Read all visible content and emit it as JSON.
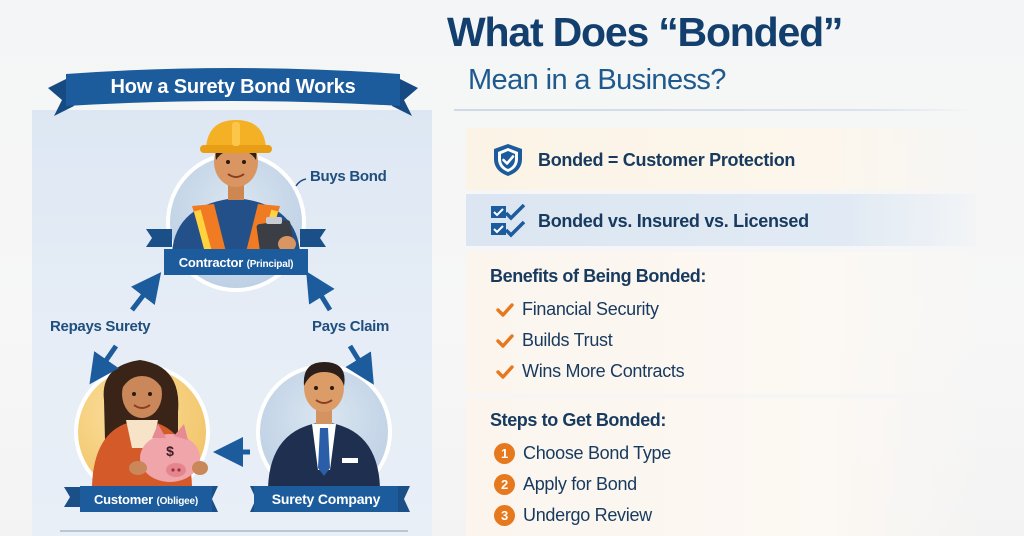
{
  "header": {
    "title_line1": "What Does “Bonded”",
    "title_line2": "Mean in a Business?"
  },
  "left_panel": {
    "banner_title": "How a Surety Bond Works",
    "nodes": {
      "contractor": {
        "label": "Contractor",
        "sub": "(Principal)",
        "icon": "contractor-hardhat-illustration"
      },
      "customer": {
        "label": "Customer",
        "sub": "(Obligee)",
        "icon": "customer-piggybank-illustration"
      },
      "surety": {
        "label": "Surety Company",
        "icon": "businessman-illustration"
      }
    },
    "flows": {
      "buys_bond": "Buys Bond",
      "repays_surety": "Repays Surety",
      "pays_claim": "Pays Claim"
    }
  },
  "right_panel": {
    "cards": [
      {
        "icon": "shield-check-icon",
        "label": "Bonded = Customer Protection"
      },
      {
        "icon": "double-checkbox-icon",
        "label": "Bonded vs. Insured vs. Licensed"
      }
    ],
    "benefits": {
      "heading": "Benefits of Being Bonded:",
      "items": [
        "Financial Security",
        "Builds Trust",
        "Wins More Contracts"
      ]
    },
    "steps": {
      "heading": "Steps to Get Bonded:",
      "items": [
        {
          "num": "1",
          "label": "Choose Bond Type"
        },
        {
          "num": "2",
          "label": "Apply for Bond"
        },
        {
          "num": "3",
          "label": "Undergo Review"
        }
      ]
    }
  },
  "colors": {
    "navy": "#123f6e",
    "banner_blue": "#1d5c9c",
    "accent_orange": "#e6781e",
    "panel_bg": "#e3ebf5"
  }
}
